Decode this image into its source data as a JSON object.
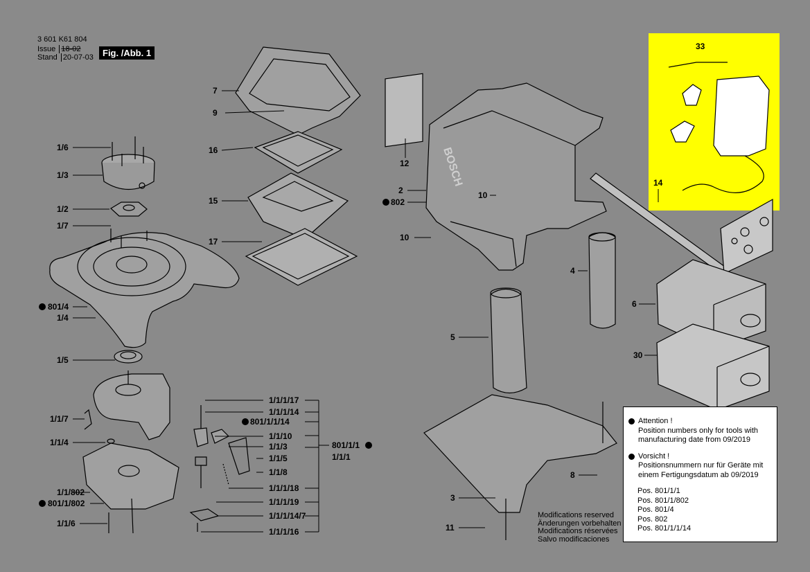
{
  "header": {
    "part_number": "3 601 K61 804",
    "issue_label": "Issue",
    "issue_value": "18-02",
    "stand_label": "Stand",
    "stand_value": "20-07-03",
    "fig_label": "Fig. /Abb. 1"
  },
  "labels": {
    "p1_6": "1/6",
    "p1_3": "1/3",
    "p1_2": "1/2",
    "p1_7": "1/7",
    "p801_4": "801/4",
    "p1_4": "1/4",
    "p1_5": "1/5",
    "p1_1_7": "1/1/7",
    "p1_1_4": "1/1/4",
    "p1_1_802": "1/1/802",
    "p801_1_802": "801/1/802",
    "p1_1_6": "1/1/6",
    "p7": "7",
    "p9": "9",
    "p16": "16",
    "p15": "15",
    "p17": "17",
    "p1_1_1_17": "1/1/1/17",
    "p1_1_1_14": "1/1/1/14",
    "p801_1_1_14": "801/1/1/14",
    "p1_1_10": "1/1/10",
    "p1_1_3": "1/1/3",
    "p1_1_5": "1/1/5",
    "p1_1_8": "1/1/8",
    "p1_1_1_18": "1/1/1/18",
    "p1_1_1_19": "1/1/1/19",
    "p1_1_1_14_7": "1/1/1/14/7",
    "p1_1_1_16": "1/1/1/16",
    "p801_1_1": "801/1/1",
    "p1_1_1": "1/1/1",
    "p12": "12",
    "p2": "2",
    "p802": "802",
    "p10a": "10",
    "p10b": "10",
    "p4": "4",
    "p5": "5",
    "p3": "3",
    "p11": "11",
    "p8": "8",
    "p33": "33",
    "p14": "14",
    "p6": "6",
    "p30": "30",
    "brand": "BOSCH"
  },
  "notice": {
    "attention_title": "Attention !",
    "attention_text_1": "Position numbers only for tools with",
    "attention_text_2": "manufacturing date from 09/2019",
    "vorsicht_title": "Vorsicht !",
    "vorsicht_text_1": "Positionsnummern nur für Geräte mit",
    "vorsicht_text_2": "einem Fertigungsdatum ab 09/2019",
    "positions": [
      "Pos. 801/1/1",
      "Pos. 801/1/802",
      "Pos. 801/4",
      "Pos. 802",
      "Pos. 801/1/1/14"
    ]
  },
  "modifications": [
    "Modifications reserved",
    "Änderungen vorbehalten",
    "Modifications réservées",
    "Salvo modificaciones"
  ],
  "colors": {
    "background": "#8a8a8a",
    "highlight": "#ffff00",
    "line": "#000000"
  }
}
